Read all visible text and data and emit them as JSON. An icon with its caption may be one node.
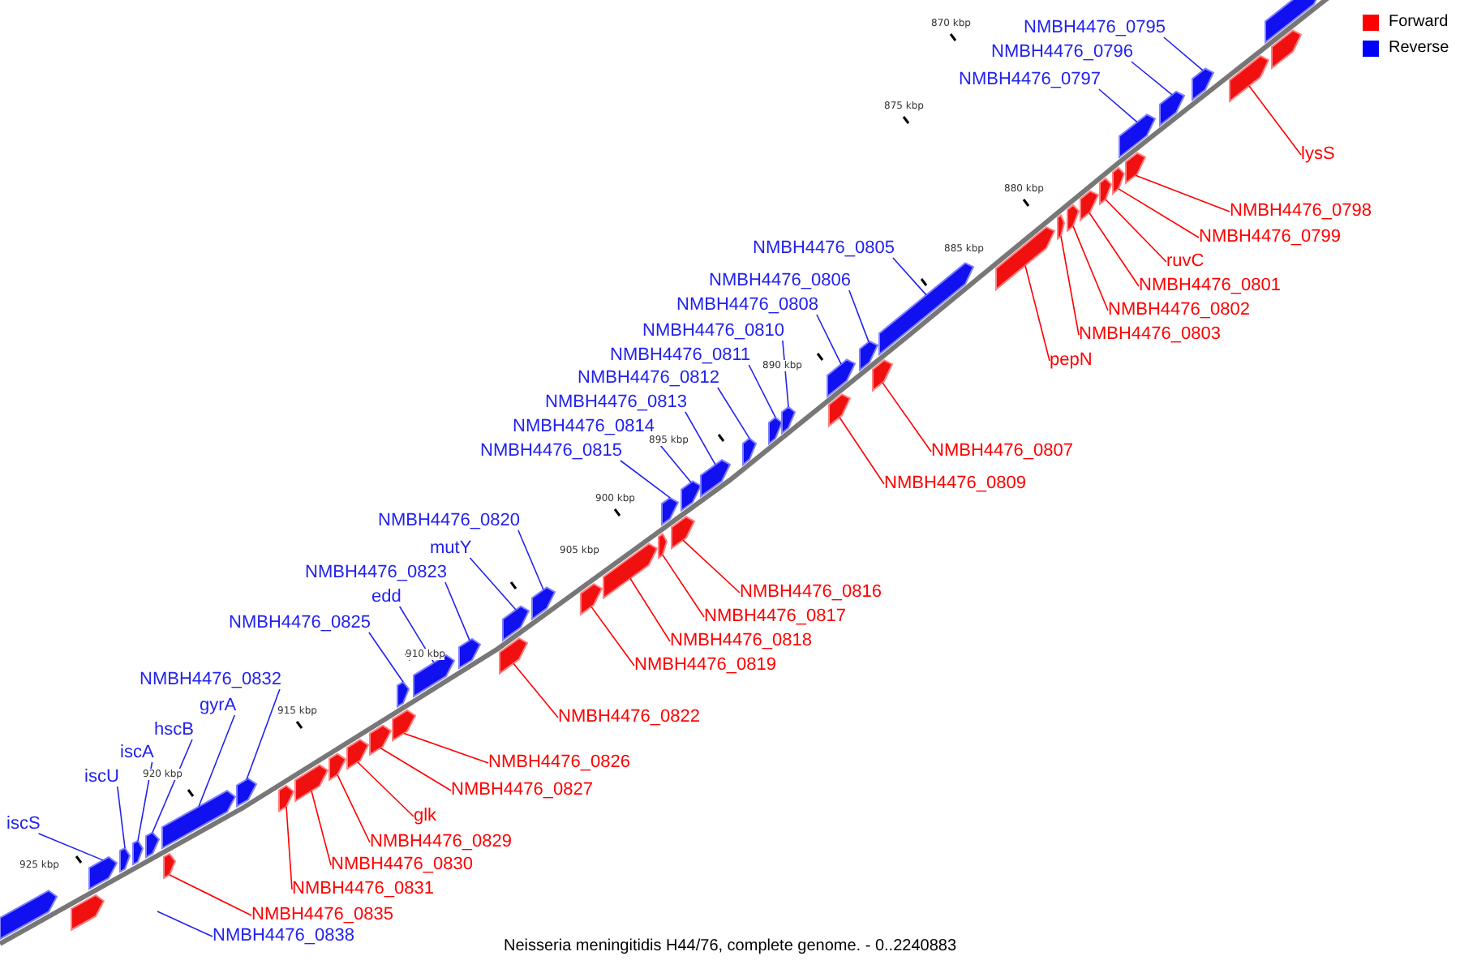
{
  "diagram": {
    "caption": "Neisseria meningitidis H44/76, complete genome. - 0..2240883",
    "nodes": [
      {
        "text": [
          "NMBH4476_0795"
        ]
      },
      {
        "text": [
          "NMBH4476_0796"
        ]
      },
      {
        "text": [
          "NMBH4476_0797"
        ]
      },
      {
        "text": [
          "lysS"
        ]
      },
      {
        "text": [
          "NMBH4476_0798"
        ]
      },
      {
        "text": [
          "NMBH4476_0799"
        ]
      },
      {
        "text": [
          "NMBH4476_0805"
        ]
      },
      {
        "text": [
          "ruvC"
        ]
      },
      {
        "text": [
          "NMBH4476_0806"
        ]
      },
      {
        "text": [
          "NMBH4476_0801"
        ]
      },
      {
        "text": [
          "NMBH4476_0808"
        ]
      },
      {
        "text": [
          "NMBH4476_0802"
        ]
      },
      {
        "text": [
          "NMBH4476_0810"
        ]
      },
      {
        "text": [
          "NMBH4476_0803"
        ]
      },
      {
        "text": [
          "NMBH4476_0811"
        ]
      },
      {
        "text": [
          "pepN"
        ]
      },
      {
        "text": [
          "NMBH4476_0812"
        ]
      },
      {
        "text": [
          "NMBH4476_0813"
        ]
      },
      {
        "text": [
          "NMBH4476_0814"
        ]
      },
      {
        "text": [
          "NMBH4476_0807"
        ]
      },
      {
        "text": [
          "NMBH4476_0815"
        ]
      },
      {
        "text": [
          "NMBH4476_0809"
        ]
      },
      {
        "text": [
          "NMBH4476_0820"
        ]
      },
      {
        "text": [
          "mutY"
        ]
      },
      {
        "text": [
          "NMBH4476_0823"
        ]
      },
      {
        "text": [
          "NMBH4476_0816"
        ]
      },
      {
        "text": [
          "edd"
        ]
      },
      {
        "text": [
          "NMBH4476_0817"
        ]
      },
      {
        "text": [
          "NMBH4476_0825"
        ]
      },
      {
        "text": [
          "NMBH4476_0818"
        ]
      },
      {
        "text": [
          "NMBH4476_0819"
        ]
      },
      {
        "text": [
          "NMBH4476_0832"
        ]
      },
      {
        "text": [
          "gyrA"
        ]
      },
      {
        "text": [
          "NMBH4476_0822"
        ]
      },
      {
        "text": [
          "hscB"
        ]
      },
      {
        "text": [
          "iscA"
        ]
      },
      {
        "text": [
          "NMBH4476_0826"
        ]
      },
      {
        "text": [
          "iscU"
        ]
      },
      {
        "text": [
          "NMBH4476_0827"
        ]
      },
      {
        "text": [
          "glk"
        ]
      },
      {
        "text": [
          "iscS"
        ]
      },
      {
        "text": [
          "NMBH4476_0829"
        ]
      },
      {
        "text": [
          "NMBH4476_0830"
        ]
      },
      {
        "text": [
          "NMBH4476_0831"
        ]
      },
      {
        "text": [
          "NMBH4476_0835"
        ]
      },
      {
        "text": [
          "NMBH4476_0838"
        ]
      },
      {
        "text": [],
        "shape": "bar"
      },
      {
        "text": [],
        "shape": "bar"
      },
      {
        "text": [],
        "shape": "bar"
      },
      {
        "text": [],
        "shape": "bar"
      },
      {
        "text": [],
        "shape": "bar"
      },
      {
        "text": [],
        "shape": "bar"
      },
      {
        "text": [],
        "shape": "bar"
      },
      {
        "text": [],
        "shape": "bar"
      },
      {
        "text": [],
        "shape": "bar"
      },
      {
        "text": [],
        "shape": "bar"
      },
      {
        "text": [],
        "shape": "bar"
      },
      {
        "text": [],
        "shape": "bar"
      },
      {
        "text": [],
        "shape": "bar"
      },
      {
        "text": [],
        "shape": "bar"
      },
      {
        "text": [],
        "shape": "bar"
      },
      {
        "text": [],
        "shape": "bar"
      },
      {
        "text": [],
        "shape": "bar"
      },
      {
        "text": [],
        "shape": "bar"
      },
      {
        "text": [],
        "shape": "bar"
      },
      {
        "text": [],
        "shape": "bar"
      },
      {
        "text": [],
        "shape": "bar"
      },
      {
        "text": [],
        "shape": "bar"
      },
      {
        "text": [],
        "shape": "bar"
      },
      {
        "text": [],
        "shape": "bar"
      },
      {
        "text": [],
        "shape": "bar"
      },
      {
        "text": [],
        "shape": "bar"
      },
      {
        "text": [],
        "shape": "bar"
      },
      {
        "text": [],
        "shape": "bar"
      },
      {
        "text": [],
        "shape": "bar"
      },
      {
        "text": [],
        "shape": "bar"
      },
      {
        "text": [],
        "shape": "bar"
      },
      {
        "text": [],
        "shape": "bar"
      },
      {
        "text": [],
        "shape": "bar"
      },
      {
        "text": [],
        "shape": "bar"
      },
      {
        "text": [],
        "shape": "bar"
      },
      {
        "text": [],
        "shape": "bar"
      },
      {
        "text": [],
        "shape": "bar"
      },
      {
        "text": [],
        "shape": "bar"
      },
      {
        "text": [],
        "shape": "bar"
      },
      {
        "text": [],
        "shape": "bar"
      },
      {
        "text": [],
        "shape": "bar"
      },
      {
        "text": [],
        "shape": "bar"
      },
      {
        "text": [],
        "shape": "bar"
      },
      {
        "text": [],
        "shape": "bar"
      },
      {
        "text": [],
        "shape": "bar"
      },
      {
        "text": [],
        "shape": "bar"
      },
      {
        "text": [],
        "shape": "bar"
      },
      {
        "text": [],
        "shape": "bar"
      },
      {
        "text": [],
        "shape": "bar"
      }
    ],
    "edges": [
      {
        "from": 0,
        "to": 89,
        "arrow": "none"
      },
      {
        "from": 1,
        "to": 88,
        "arrow": "none"
      },
      {
        "from": 2,
        "to": 86,
        "arrow": "none"
      },
      {
        "from": 3,
        "to": 90,
        "arrow": "none",
        "color": "#ff0000"
      },
      {
        "from": 4,
        "to": 87,
        "arrow": "none",
        "color": "#ff0000"
      },
      {
        "from": 5,
        "to": 85,
        "arrow": "none",
        "color": "#ff0000"
      },
      {
        "from": 6,
        "to": 79,
        "arrow": "none"
      },
      {
        "from": 7,
        "to": 84,
        "arrow": "none",
        "color": "#ff0000"
      },
      {
        "from": 8,
        "to": 77,
        "arrow": "none"
      },
      {
        "from": 9,
        "to": 83,
        "arrow": "none",
        "color": "#ff0000"
      },
      {
        "from": 10,
        "to": 75,
        "arrow": "none"
      },
      {
        "from": 11,
        "to": 82,
        "arrow": "none",
        "color": "#ff0000"
      },
      {
        "from": 12,
        "to": 74,
        "arrow": "none"
      },
      {
        "from": 13,
        "to": 81,
        "arrow": "none",
        "color": "#ff0000"
      },
      {
        "from": 14,
        "to": 73,
        "arrow": "none"
      },
      {
        "from": 15,
        "to": 80,
        "arrow": "none",
        "color": "#ff0000"
      },
      {
        "from": 16,
        "to": 72,
        "arrow": "none"
      },
      {
        "from": 17,
        "to": 71,
        "arrow": "none"
      },
      {
        "from": 18,
        "to": 70,
        "arrow": "none"
      },
      {
        "from": 19,
        "to": 78,
        "arrow": "none",
        "color": "#ff0000"
      },
      {
        "from": 20,
        "to": 68,
        "arrow": "none"
      },
      {
        "from": 21,
        "to": 76,
        "arrow": "none",
        "color": "#ff0000"
      },
      {
        "from": 22,
        "to": 64,
        "arrow": "none"
      },
      {
        "from": 23,
        "to": 63,
        "arrow": "none"
      },
      {
        "from": 24,
        "to": 61,
        "arrow": "none"
      },
      {
        "from": 25,
        "to": 69,
        "arrow": "none",
        "color": "#ff0000"
      },
      {
        "from": 26,
        "to": 60,
        "arrow": "none"
      },
      {
        "from": 27,
        "to": 67,
        "arrow": "none",
        "color": "#ff0000"
      },
      {
        "from": 28,
        "to": 59,
        "arrow": "none"
      },
      {
        "from": 29,
        "to": 66,
        "arrow": "none",
        "color": "#ff0000"
      },
      {
        "from": 30,
        "to": 65,
        "arrow": "none",
        "color": "#ff0000"
      },
      {
        "from": 31,
        "to": 52,
        "arrow": "none"
      },
      {
        "from": 32,
        "to": 50,
        "arrow": "none"
      },
      {
        "from": 33,
        "to": 62,
        "arrow": "none",
        "color": "#ff0000"
      },
      {
        "from": 34,
        "to": 49,
        "arrow": "none"
      },
      {
        "from": 35,
        "to": 48,
        "arrow": "none"
      },
      {
        "from": 36,
        "to": 58,
        "arrow": "none",
        "color": "#ff0000"
      },
      {
        "from": 37,
        "to": 47,
        "arrow": "none"
      },
      {
        "from": 38,
        "to": 57,
        "arrow": "none",
        "color": "#ff0000"
      },
      {
        "from": 39,
        "to": 56,
        "arrow": "none",
        "color": "#ff0000"
      },
      {
        "from": 40,
        "to": 46,
        "arrow": "none"
      },
      {
        "from": 41,
        "to": 55,
        "arrow": "none",
        "color": "#ff0000"
      },
      {
        "from": 42,
        "to": 54,
        "arrow": "none",
        "color": "#ff0000"
      },
      {
        "from": 43,
        "to": 53,
        "arrow": "none",
        "color": "#ff0000"
      },
      {
        "from": 44,
        "to": 51,
        "arrow": "none",
        "color": "#ff0000"
      },
      {
        "from": 45,
        "to": null,
        "arrow": "none"
      }
    ],
    "labels": [
      "870 kbp",
      "875 kbp",
      "880 kbp",
      "885 kbp",
      "890 kbp",
      "895 kbp",
      "900 kbp",
      "905 kbp",
      "910 kbp",
      "915 kbp",
      "920 kbp",
      "925 kbp"
    ],
    "legend": [
      {
        "text": "Forward",
        "color": "#ff0000"
      },
      {
        "text": "Reverse",
        "color": "#0000ff"
      }
    ]
  }
}
